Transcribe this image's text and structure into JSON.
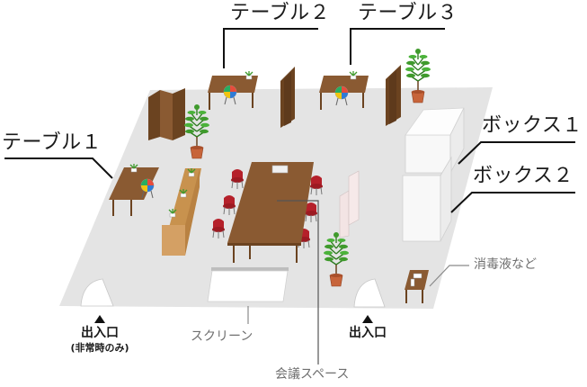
{
  "labels": {
    "table1": "テーブル１",
    "table2": "テーブル２",
    "table3": "テーブル３",
    "box1": "ボックス１",
    "box2": "ボックス２",
    "sanitizer": "消毒液など",
    "screen": "スクリーン",
    "meeting_space": "会議スペース",
    "entrance_emergency": "出入口",
    "entrance_emergency_note": "(非常時のみ)",
    "entrance": "出入口"
  },
  "colors": {
    "floor": "#e4e4e4",
    "wood": "#8a5a32",
    "wood_dark": "#6b4320",
    "partition": "#5e3a1c",
    "chair_red": "#b5202a",
    "plant": "#3f9a2c",
    "pot": "#c7643a",
    "box_wall": "#f8f8f8",
    "callout_line": "#111111",
    "gray_line": "#8a8a8a"
  }
}
